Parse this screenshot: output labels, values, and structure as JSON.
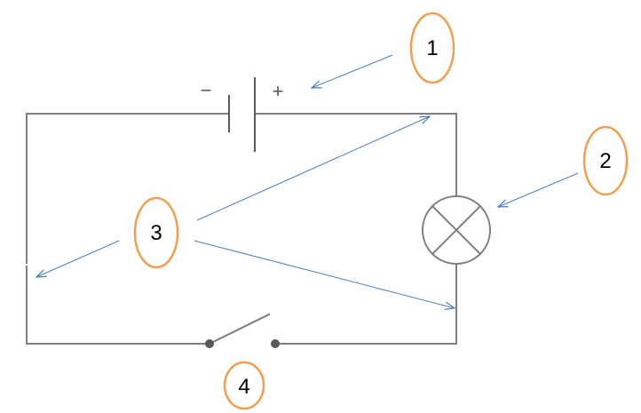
{
  "colors": {
    "wire": "#7f7f7f",
    "battery": "#595959",
    "label_ring": "#f0a050",
    "label_text": "#000000",
    "pointer": "#4a7ebb",
    "switch_contact": "#595959"
  },
  "battery": {
    "negative_sign": "−",
    "positive_sign": "+"
  },
  "callouts": [
    {
      "id": "1",
      "text": "1"
    },
    {
      "id": "2",
      "text": "2"
    },
    {
      "id": "3",
      "text": "3"
    },
    {
      "id": "4",
      "text": "4"
    }
  ]
}
